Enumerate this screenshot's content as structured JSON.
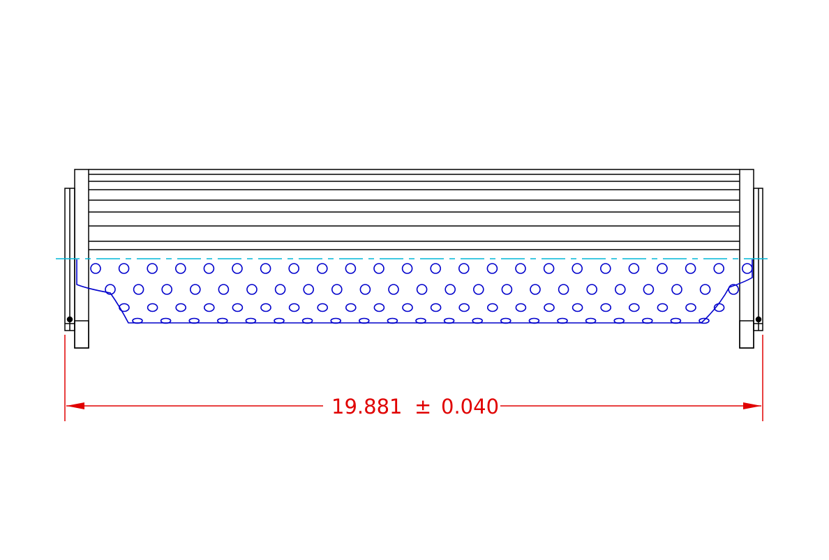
{
  "drawing": {
    "dimension": {
      "nominal": "19.881",
      "symbol": "±",
      "tolerance": "0.040"
    },
    "colors": {
      "outline": "#000000",
      "perforation": "#0000cc",
      "centerline": "#00b7d8",
      "dimension": "#e00000"
    },
    "pleat_line_count": 8,
    "perforation_rows": [
      {
        "row": 1,
        "hole_count": 24
      },
      {
        "row": 2,
        "hole_count": 23
      },
      {
        "row": 3,
        "hole_count": 22
      },
      {
        "row": 4,
        "hole_count": 21
      }
    ]
  }
}
